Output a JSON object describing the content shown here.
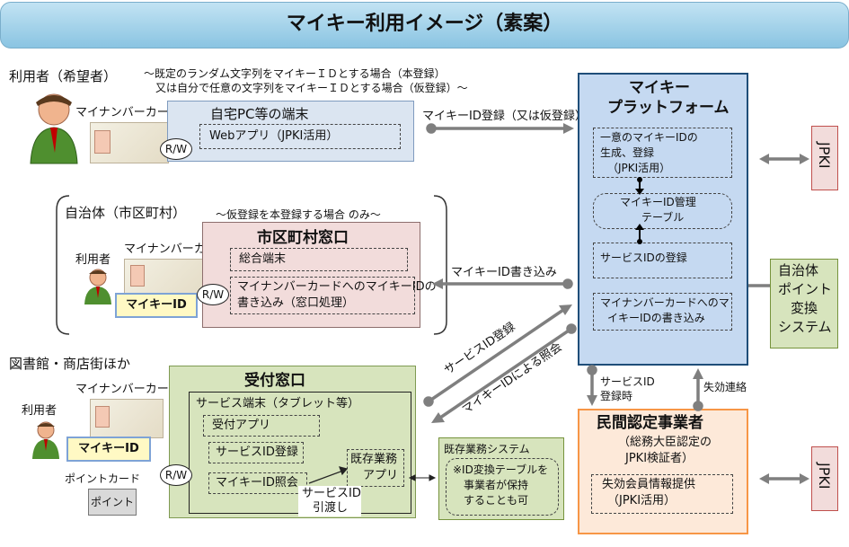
{
  "title": "マイキー利用イメージ（素案）",
  "sections": {
    "user_label": "利用者（希望者）",
    "note_line1": "～既定のランダム文字列をマイキーＩＤとする場合（本登録）",
    "note_line2": "又は自分で任意の文字列をマイキーＩＤとする場合（仮登録）～",
    "municipality_label": "自治体（市区町村）",
    "municipality_note": "～仮登録を本登録する場合 のみ～",
    "library_label": "図書館・商店街ほか"
  },
  "row1": {
    "card_label": "マイナンバーカード",
    "rw": "R/W",
    "terminal_title": "自宅PC等の端末",
    "web_app": "Webアプリ（JPKI活用）",
    "arrow_label": "マイキーID登録（又は仮登録）"
  },
  "row2": {
    "user": "利用者",
    "card_label": "マイナンバーカー",
    "mykey_id": "マイキーID",
    "rw": "R/W",
    "window_title": "市区町村窓口",
    "item1": "総合端末",
    "item2_line1": "マイナンバーカードへのマイキーIDの",
    "item2_line2": "書き込み（窓口処理）",
    "arrow_label": "マイキーID書き込み"
  },
  "row3": {
    "user": "利用者",
    "card_label": "マイナンバーカード",
    "mykey_id": "マイキーID",
    "point_card_label": "ポイントカード",
    "point": "ポイント",
    "rw": "R/W",
    "window_title": "受付窓口",
    "service_terminal": "サービス端末（タブレット等）",
    "item1": "受付アプリ",
    "item2": "サービスID登録",
    "item3": "マイキーID照会",
    "existing_app_line1": "既存業務",
    "existing_app_line2": "アプリ",
    "handover_line1": "サービスID",
    "handover_line2": "引渡し",
    "existing_system_title": "既存業務システム",
    "existing_note_line1": "※ID変換テーブルを",
    "existing_note_line2": "事業者が保持",
    "existing_note_line3": "することも可",
    "diag1": "サービスID登録",
    "diag2": "マイキーIDによる照会"
  },
  "platform": {
    "title_line1": "マイキー",
    "title_line2": "プラットフォーム",
    "item1_line1": "一意のマイキーIDの",
    "item1_line2": "生成、登録",
    "item1_line3": "（JPKI活用）",
    "table_line1": "マイキーID管理",
    "table_line2": "テーブル",
    "item3": "サービスIDの登録",
    "item4_line1": "マイナンバーカードへのマ",
    "item4_line2": "イキーIDの書き込み"
  },
  "right": {
    "jpki_top": "JPKI",
    "jpki_bottom": "JPKI",
    "sys_line1": "自治体",
    "sys_line2": "ポイント",
    "sys_line3": "変換",
    "sys_line4": "システム"
  },
  "links": {
    "down_label_line1": "サービスID",
    "down_label_line2": "登録時",
    "up_label": "失効連絡"
  },
  "certifier": {
    "title": "民間認定事業者",
    "sub_line1": "（総務大臣認定の",
    "sub_line2": "JPKI検証者）",
    "item_line1": "失効会員情報提供",
    "item_line2": "（JPKI活用）"
  },
  "colors": {
    "arrow": "#7f7f7f",
    "platform_border": "#1f4e79",
    "certifier_border": "#f79646"
  }
}
